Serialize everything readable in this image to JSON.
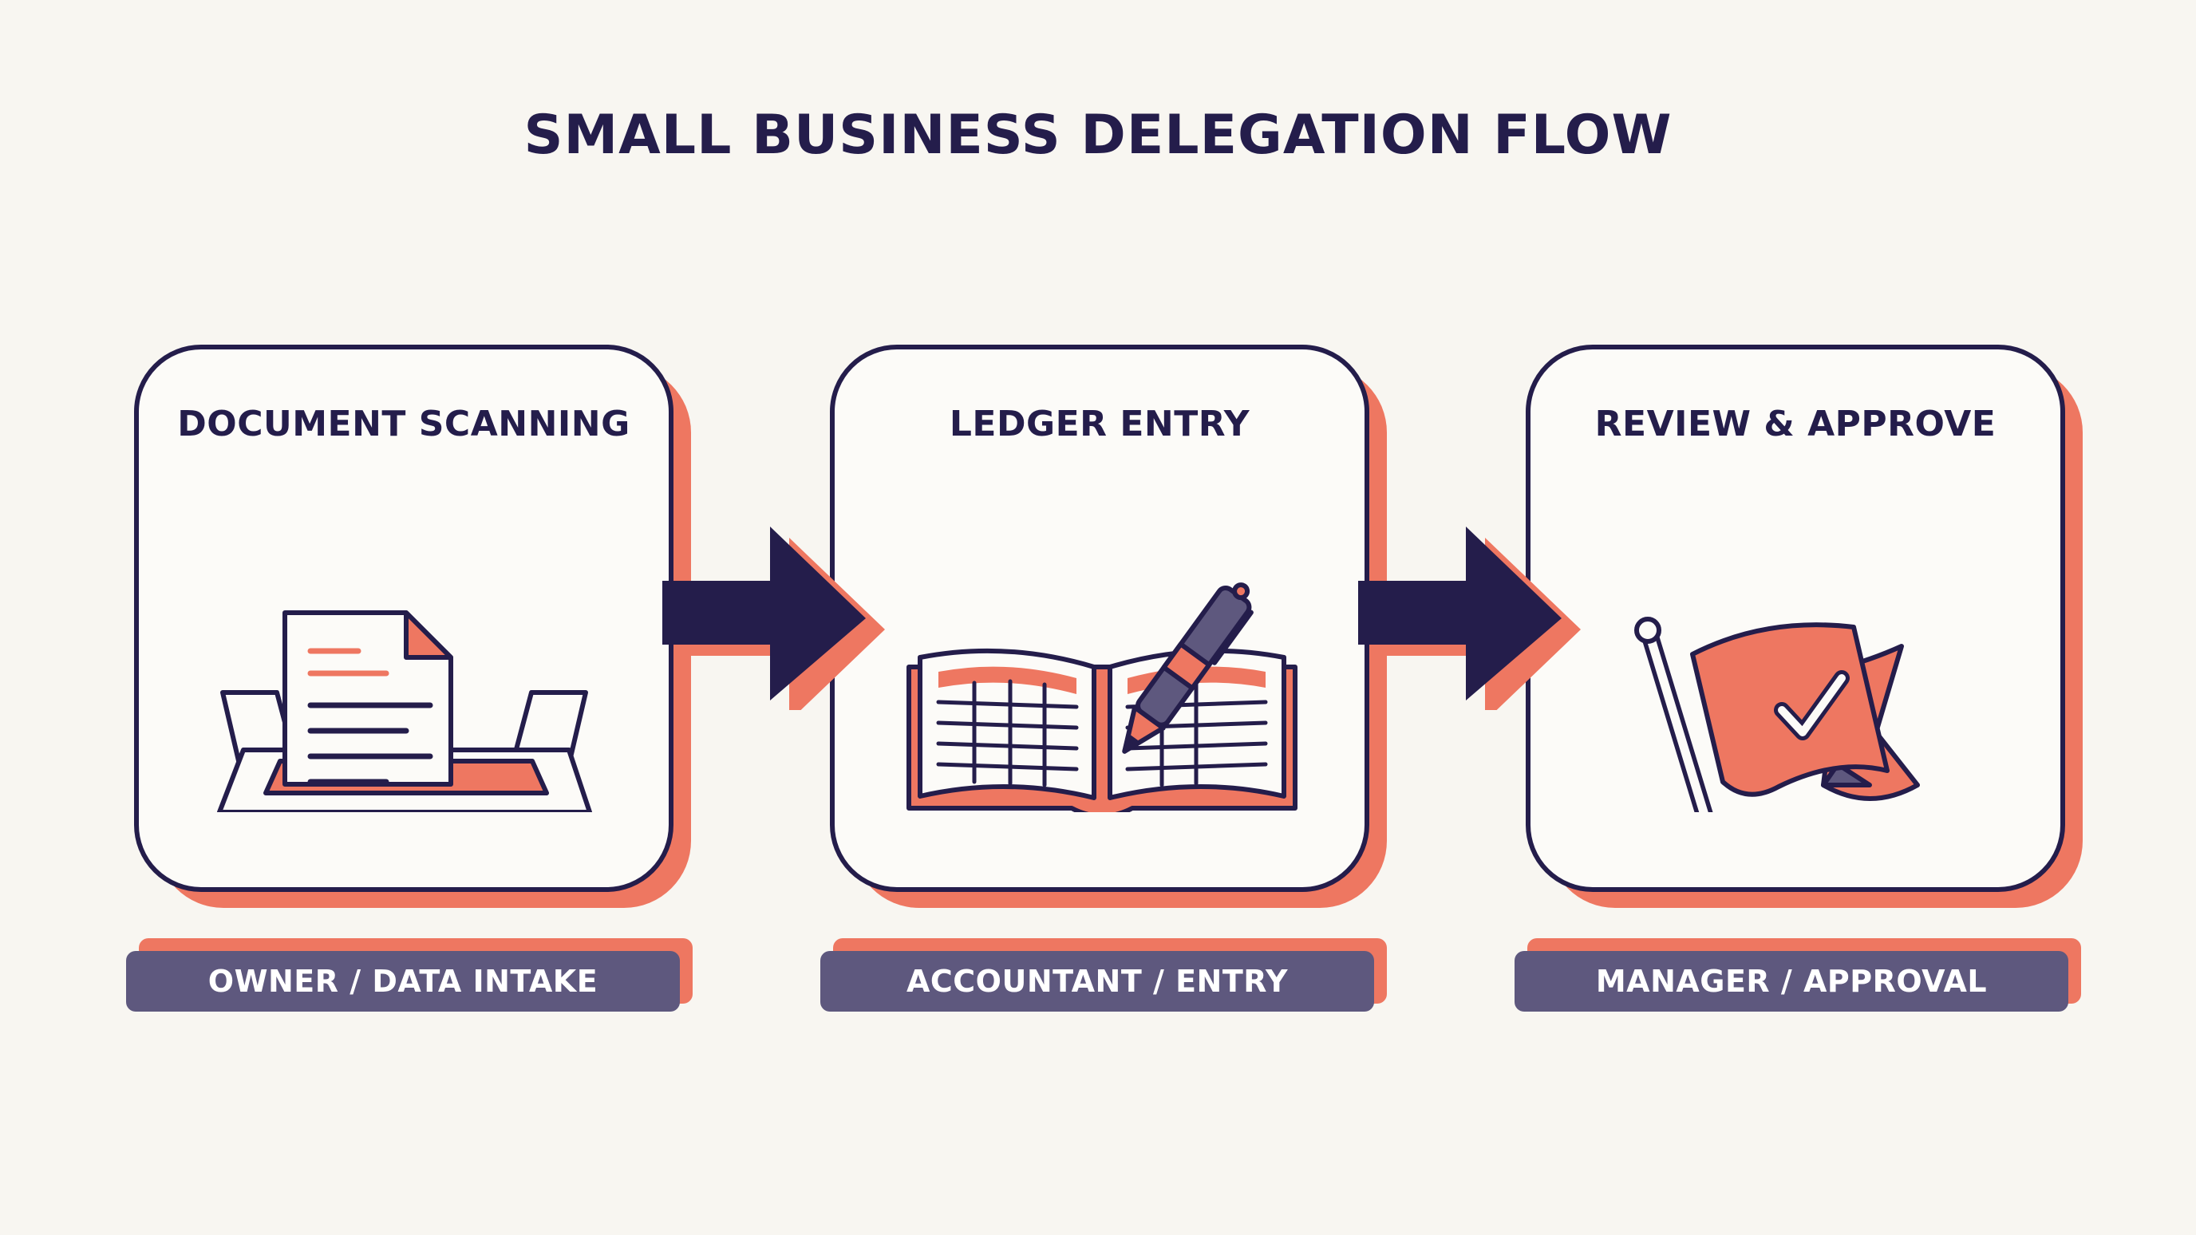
{
  "title": "SMALL BUSINESS DELEGATION FLOW",
  "colors": {
    "navy": "#241d4b",
    "coral": "#ee7761",
    "slate": "#5e587e",
    "background": "#f8f6f1",
    "card": "#fcfbf8"
  },
  "steps": [
    {
      "title": "DOCUMENT SCANNING",
      "icon": "document-scanner-icon",
      "role": "OWNER / DATA INTAKE"
    },
    {
      "title": "LEDGER ENTRY",
      "icon": "ledger-book-pen-icon",
      "role": "ACCOUNTANT / ENTRY"
    },
    {
      "title": "REVIEW & APPROVE",
      "icon": "checkmark-flag-icon",
      "role": "MANAGER / APPROVAL"
    }
  ],
  "connectors": [
    "arrow-right-icon",
    "arrow-right-icon"
  ]
}
